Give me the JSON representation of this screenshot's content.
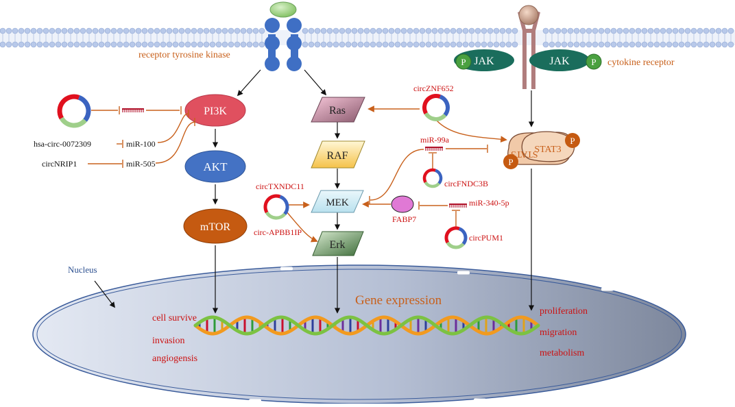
{
  "membrane": {
    "receptor_tyrosine_kinase": "receptor tyrosine kinase",
    "cytokine_receptor": "cytokine receptor",
    "jak_left": "JAK",
    "jak_right": "JAK",
    "phospho_left": "P",
    "phospho_right": "P"
  },
  "pi3k_pathway": {
    "pi3k": "PI3K",
    "akt": "AKT",
    "mtor": "mTOR",
    "regulators": [
      {
        "circ": "hsa-circ-0072309",
        "mirna": "miR-100"
      },
      {
        "circ": "circNRIP1",
        "mirna": "miR-505"
      }
    ]
  },
  "mapk_pathway": {
    "ras": "Ras",
    "raf": "RAF",
    "mek": "MEK",
    "erk": "Erk",
    "circ_txndc11": "circTXNDC11",
    "circ_apbb1ip": "circ-APBB1IP",
    "fabp7": "FABP7",
    "mir_340": "miR-340-5p",
    "circ_pum1": "circPUM1"
  },
  "stat3_pathway": {
    "circ_znf652": "circZNF652",
    "mir_99a": "miR-99a",
    "circ_fndc3b": "circFNDC3B",
    "stat3_front": "STAT3",
    "stat3_back": "STAT3",
    "p_top": "P",
    "p_left": "P"
  },
  "nucleus": {
    "label": "Nucleus",
    "gene_expression": "Gene expression",
    "left_outcomes": [
      "cell survive",
      "invasion",
      "angiogensis"
    ],
    "right_outcomes": [
      "proliferation",
      "migration",
      "metabolism"
    ]
  },
  "colors": {
    "inhibitor_line": "#c8601b",
    "pi3k": "#e0505f",
    "akt": "#4472c4",
    "mtor": "#c55a11",
    "jak": "#1a6d5c",
    "phospho": "#c55a11",
    "receptor": "#3f6fc4",
    "cytokine_receptor": "#b07d7d",
    "nucleus": "#b4bfd6"
  }
}
